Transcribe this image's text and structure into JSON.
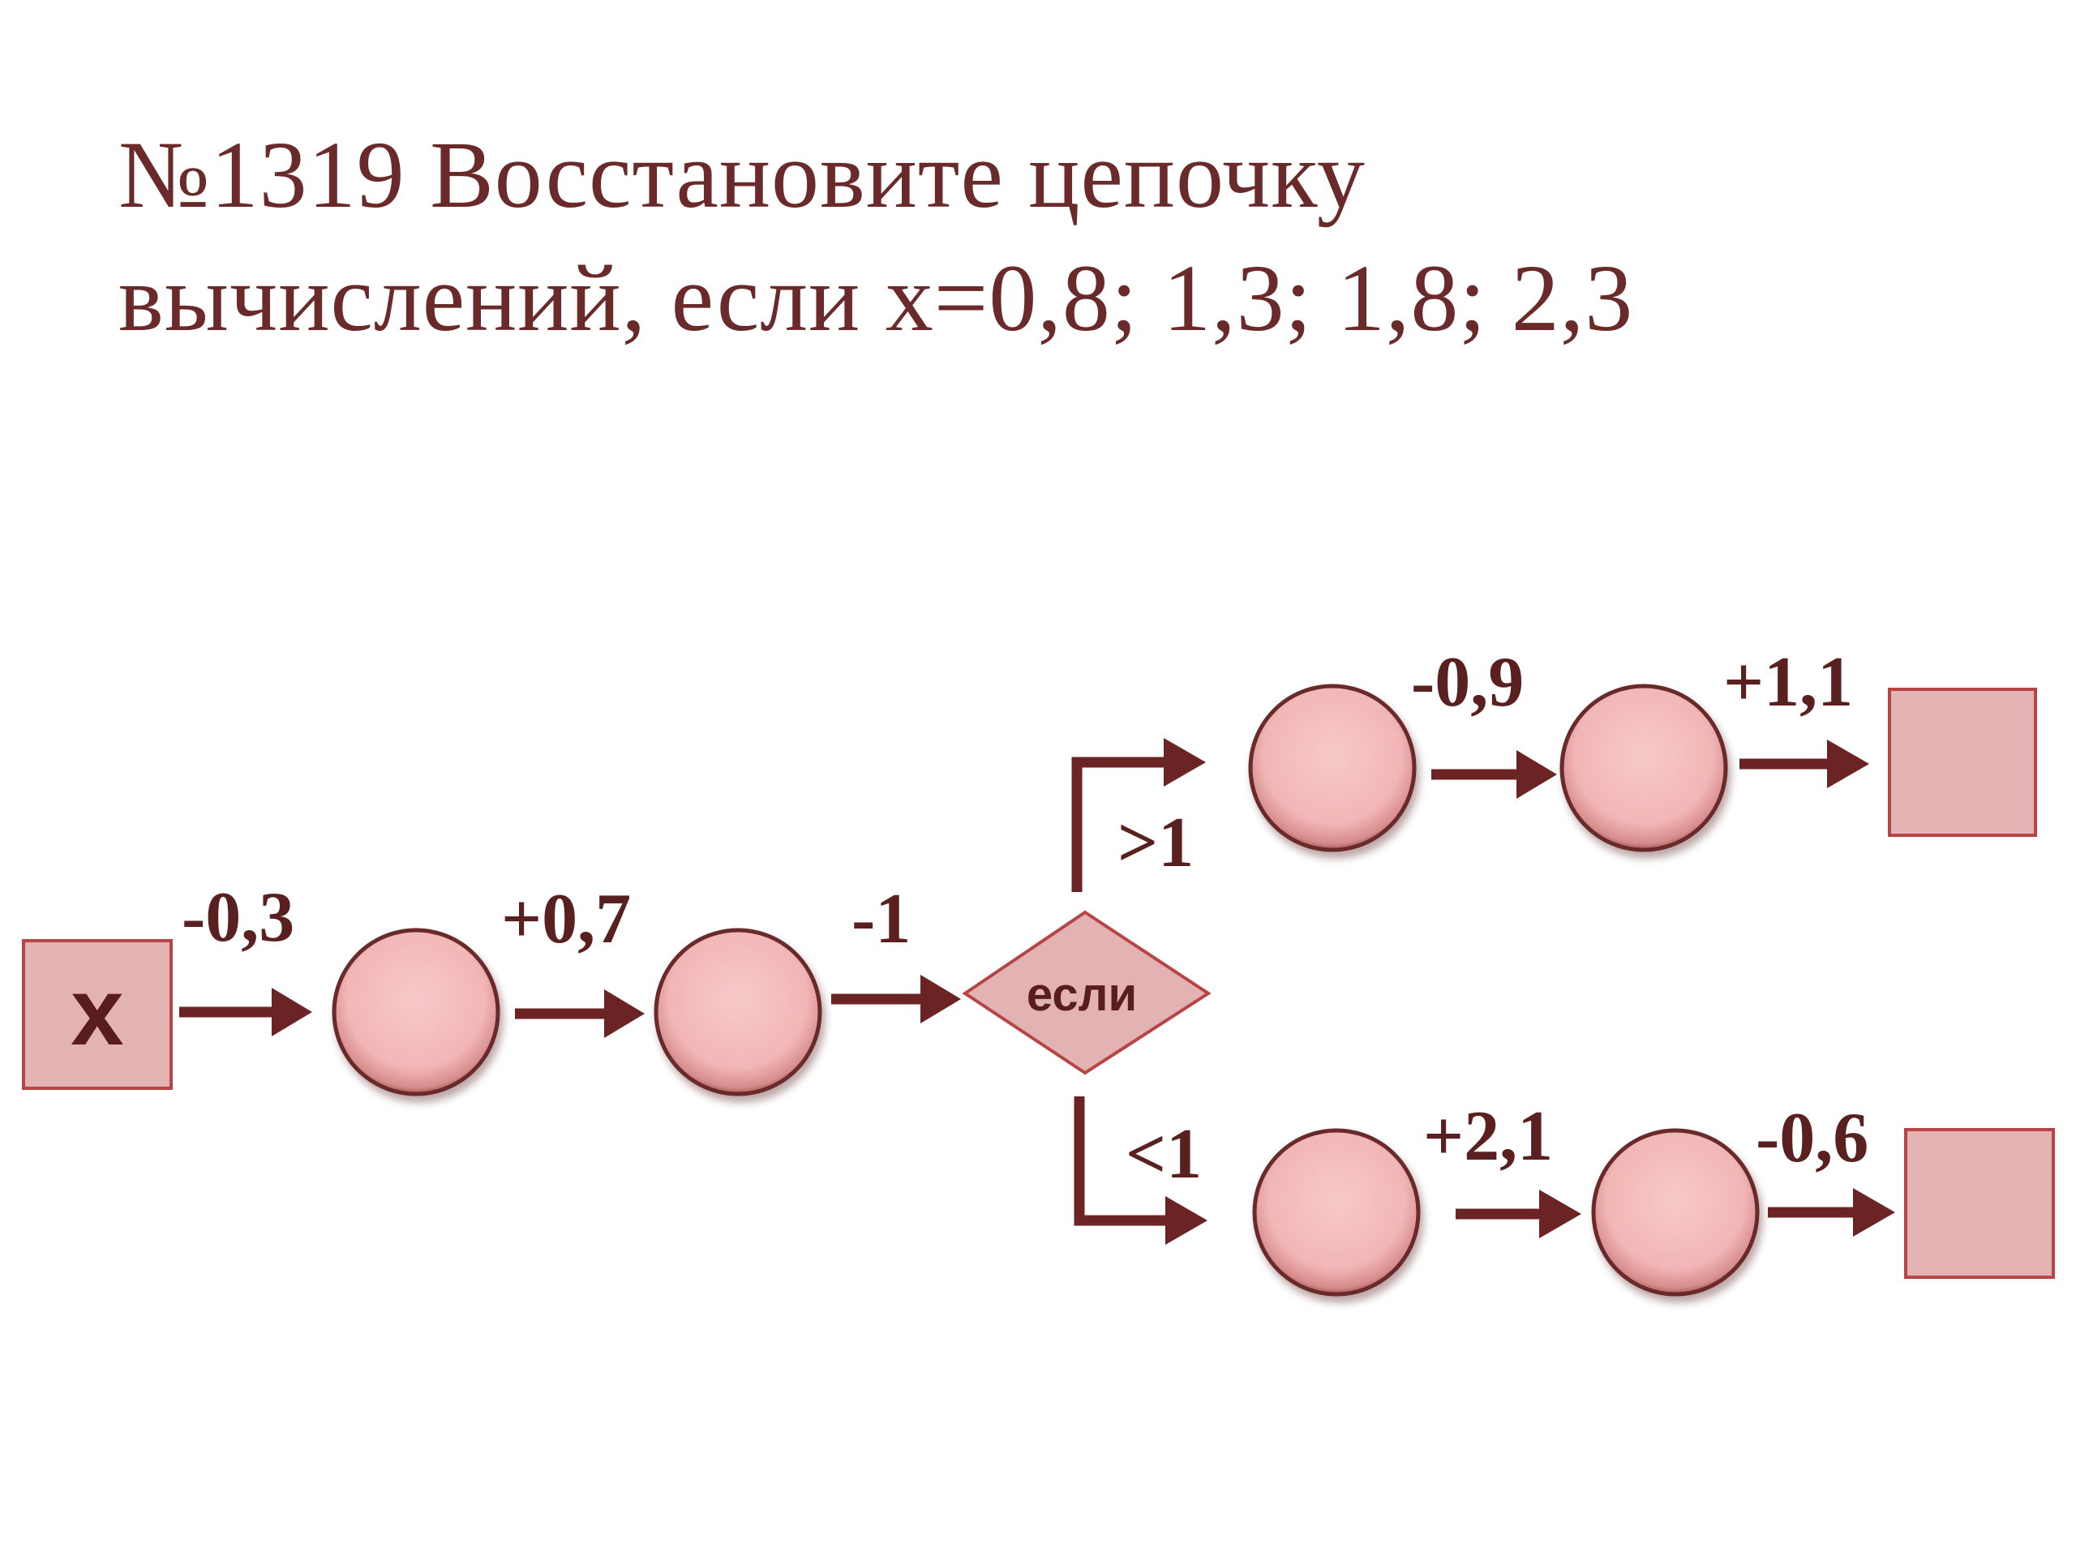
{
  "title": {
    "line1": "№1319 Восстановите цепочку",
    "line2": "вычислений, если х=0,8; 1,3; 1,8; 2,3"
  },
  "diagram": {
    "input_label": "х",
    "condition_label": "если",
    "ops": {
      "step1": "-0,3",
      "step2": "+0,7",
      "step3": "-1",
      "upper1": "-0,9",
      "upper2": "+1,1",
      "lower1": "+2,1",
      "lower2": "-0,6"
    },
    "branches": {
      "upper": ">1",
      "lower": "<1"
    }
  },
  "colors": {
    "text": "#6b2a2a",
    "arrow": "#6b2323",
    "node_fill": "#f2b8b8",
    "node_stroke": "#6b2a2a",
    "box_fill": "#e3b2b2",
    "box_stroke": "#b84545"
  }
}
